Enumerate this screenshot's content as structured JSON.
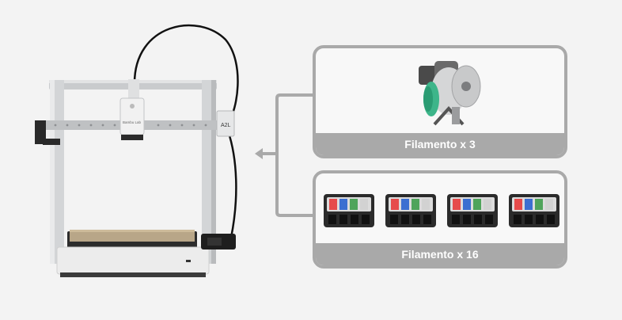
{
  "printer": {
    "model_badge": "A2L",
    "toolhead_label": "Bambu Lab"
  },
  "options": [
    {
      "caption": "Filamento x 3",
      "icon": "single-spool-feeder"
    },
    {
      "caption": "Filamento x 16",
      "icon": "ams-units",
      "unit_count": 4
    }
  ],
  "colors": {
    "card_border": "#a9a9a9",
    "connector": "#a9a9a9",
    "spool_green": "#3db58a"
  }
}
